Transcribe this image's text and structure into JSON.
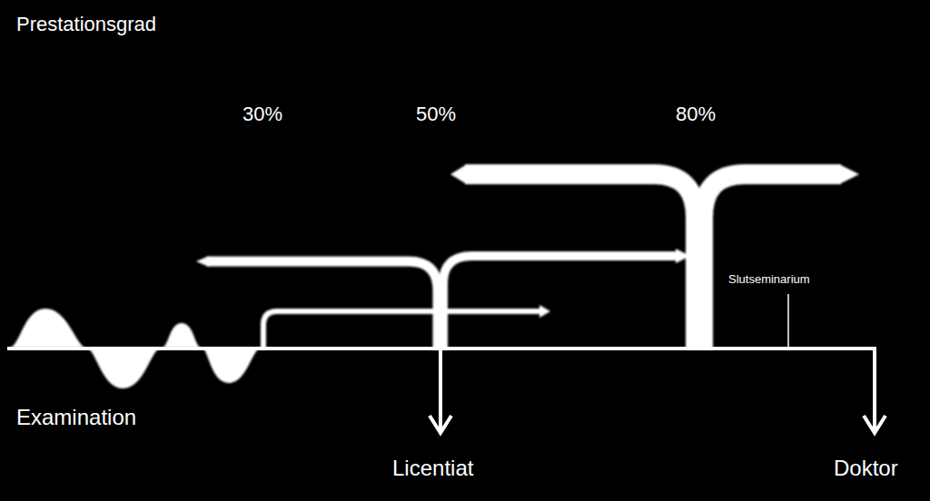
{
  "diagram": {
    "labels": [
      "Prestationsgrad",
      "30%",
      "50%",
      "80%",
      "Slutseminarium",
      "Examination",
      "Licentiat",
      "Doktor"
    ]
  }
}
